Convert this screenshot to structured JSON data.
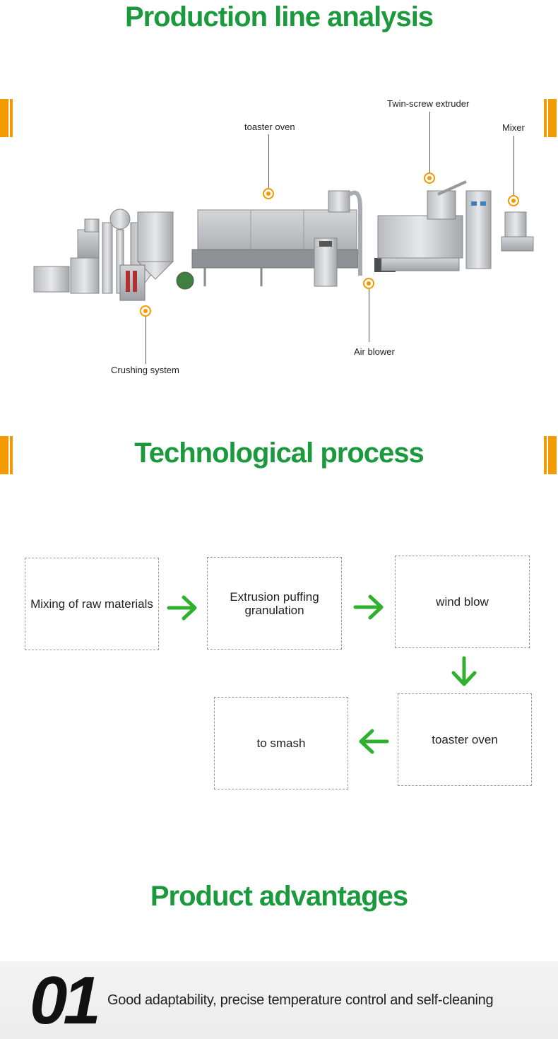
{
  "sections": {
    "production_title": "Production line analysis",
    "process_title": "Technological process",
    "advantages_title": "Product advantages"
  },
  "callouts": {
    "toaster_oven": "toaster oven",
    "twin_screw_extruder": "Twin-screw extruder",
    "mixer": "Mixer",
    "air_blower": "Air blower",
    "crushing_system": "Crushing system"
  },
  "process_steps": [
    "Mixing of raw materials",
    "Extrusion puffing granulation",
    "wind blow",
    "toaster oven",
    "to smash"
  ],
  "advantages": [
    {
      "number": "01",
      "text": "Good adaptability, precise temperature control and self-cleaning"
    }
  ],
  "colors": {
    "accent_green": "#1a9a3c",
    "arrow_green": "#2fb12f",
    "accent_orange": "#f29a00"
  }
}
